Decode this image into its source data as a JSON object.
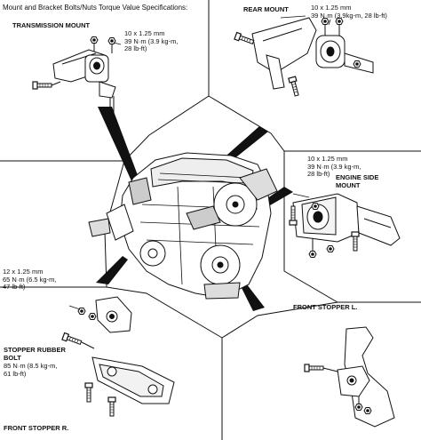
{
  "page_title": "Mount and Bracket Bolts/Nuts Torque Value Specifications:",
  "sections": {
    "transmission_mount": {
      "title": "TRANSMISSION MOUNT",
      "spec": "10 x 1.25 mm\n39 N·m (3.9 kg-m,\n28 lb-ft)"
    },
    "rear_mount": {
      "title": "REAR MOUNT",
      "spec": "10 x 1.25 mm\n39 N·m (3.9kg-m, 28 lb-ft)"
    },
    "engine_side_mount": {
      "title": "ENGINE SIDE\nMOUNT",
      "spec": "10 x 1.25 mm\n39 N·m (3.9 kg-m,\n28 lb-ft)"
    },
    "front_stopper_r": {
      "title": "FRONT STOPPER R.",
      "spec": "12 x 1.25 mm\n65 N·m (6.5 kg-m,\n47 lb-ft)"
    },
    "stopper_rubber_bolt": {
      "title": "STOPPER RUBBER\nBOLT",
      "spec": "85 N·m (8.5 kg-m,\n61 lb-ft)"
    },
    "front_stopper_l": {
      "title": "FRONT STOPPER L."
    }
  }
}
